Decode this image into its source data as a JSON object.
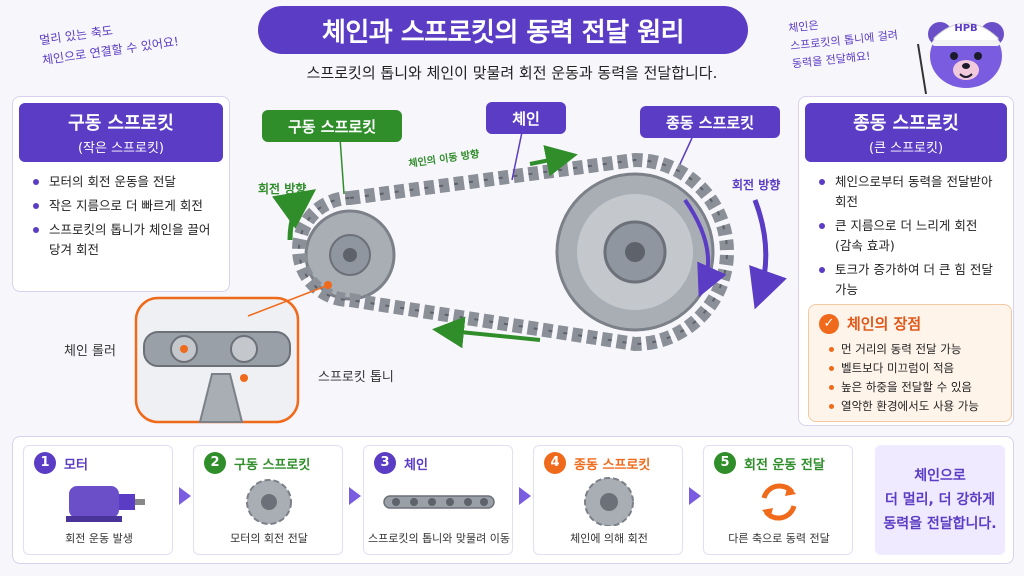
{
  "title": "체인과 스프로킷의 동력 전달 원리",
  "subtitle": "스프로킷의 톱니와 체인이 맞물려 회전 운동과 동력을 전달합니다.",
  "note_left": [
    "멀리 있는 축도",
    "체인으로 연결할 수 있어요!"
  ],
  "note_right": [
    "체인은",
    "스프로킷의 톱니에 걸려",
    "동력을 전달해요!"
  ],
  "mascot_badge": "HPB",
  "left_panel": {
    "title": "구동 스프로킷",
    "subtitle": "(작은 스프로킷)",
    "bullets": [
      "모터의 회전 운동을 전달",
      "작은 지름으로 더 빠르게 회전",
      "스프로킷의 톱니가 체인을 끌어당겨 회전"
    ]
  },
  "right_panel": {
    "title": "종동 스프로킷",
    "subtitle": "(큰 스프로킷)",
    "bullets": [
      "체인으로부터 동력을 전달받아 회전",
      "큰 지름으로 더 느리게 회전 (감속 효과)",
      "토크가 증가하여 더 큰 힘 전달 가능"
    ]
  },
  "advantages": {
    "title": "체인의 장점",
    "items": [
      "먼 거리의 동력 전달 가능",
      "벨트보다 미끄럼이 적음",
      "높은 하중을 전달할 수 있음",
      "열악한 환경에서도 사용 가능"
    ]
  },
  "diagram": {
    "tag_drive": "구동 스프로킷",
    "tag_chain": "체인",
    "tag_driven": "종동 스프로킷",
    "rotation_left": "회전 방향",
    "rotation_right": "회전 방향",
    "chain_direction": "체인의 이동 방향",
    "zoom_roller": "체인 롤러",
    "zoom_tooth": "스프로킷 톱니"
  },
  "flow": {
    "steps": [
      {
        "num": "1",
        "title": "모터",
        "desc": "회전 운동 발생"
      },
      {
        "num": "2",
        "title": "구동 스프로킷",
        "desc": "모터의 회전 전달"
      },
      {
        "num": "3",
        "title": "체인",
        "desc": "스프로킷의 톱니와 맞물려 이동"
      },
      {
        "num": "4",
        "title": "종동 스프로킷",
        "desc": "체인에 의해 회전"
      },
      {
        "num": "5",
        "title": "회전 운동 전달",
        "desc": "다른 축으로 동력 전달"
      }
    ],
    "final": "체인으로\n더 멀리, 더 강하게\n동력을 전달합니다."
  },
  "colors": {
    "primary": "#5b3cc4",
    "green": "#2f8d2a",
    "orange": "#ef6a1a",
    "chain": "#8a8f98"
  }
}
